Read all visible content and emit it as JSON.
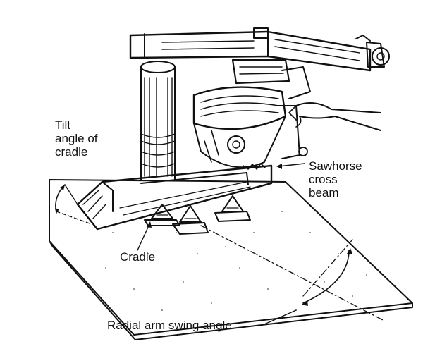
{
  "labels": {
    "tilt_line1": "Tilt",
    "tilt_line2": "angle of",
    "tilt_line3": "cradle",
    "sawhorse_line1": "Sawhorse",
    "sawhorse_line2": "cross",
    "sawhorse_line3": "beam",
    "cradle": "Cradle",
    "swing": "Radial arm swing angle"
  },
  "colors": {
    "ink": "#111111",
    "paper": "#ffffff"
  }
}
